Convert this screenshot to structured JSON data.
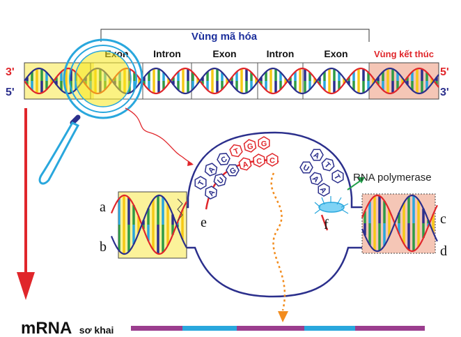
{
  "header": {
    "coding_region": "Vùng mã hóa",
    "termination_region": "Vùng kết thúc"
  },
  "segments": [
    "Exon",
    "Intron",
    "Exon",
    "Intron",
    "Exon"
  ],
  "ends": {
    "top_left": "3'",
    "bottom_left": "5'",
    "top_right": "5'",
    "bottom_right": "3'"
  },
  "bubble": {
    "template_bases": [
      "T",
      "A",
      "C",
      "T",
      "G",
      "G"
    ],
    "rna_bases": [
      "A",
      "U",
      "G",
      "A",
      "C",
      "C"
    ],
    "right_upper": [
      "A",
      "T",
      "T"
    ],
    "right_lower": [
      "U",
      "A",
      "A"
    ],
    "enzyme": "RNA polymerase"
  },
  "markers": {
    "a": "a",
    "b": "b",
    "c": "c",
    "d": "d",
    "e": "e",
    "f": "f"
  },
  "mrna": {
    "label": "mRNA",
    "sublabel": "sơ khai"
  },
  "colors": {
    "blue_strand": "#2b2f8c",
    "red_strand": "#e0262b",
    "region_yellow": "#fbf29a",
    "region_pink": "#f5c6b6",
    "mrna_purple": "#9b3d8e",
    "mrna_cyan": "#29a7dd",
    "title_blue": "#1c2f9c",
    "term_red": "#e0262b"
  }
}
